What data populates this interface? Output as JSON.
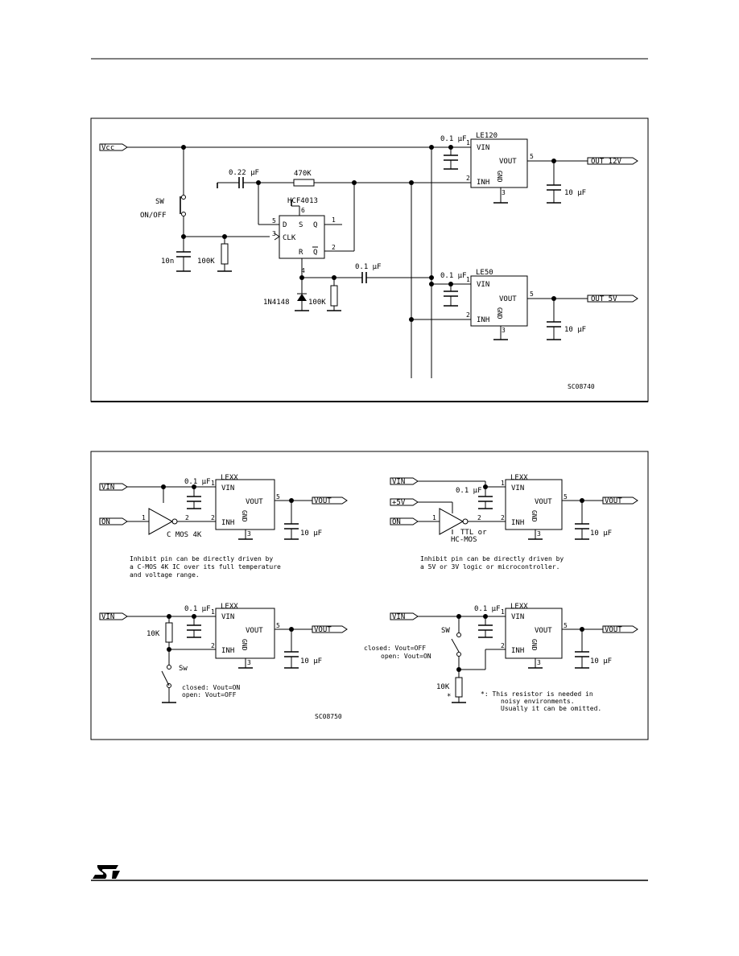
{
  "figure1": {
    "code": "SC08740",
    "vcc": "Vcc",
    "sw_label": "SW",
    "sw_state": "ON/OFF",
    "cap_10n": "10n",
    "res_100k_a": "100K",
    "cap_022": "0.22 µF",
    "res_470k": "470K",
    "ic_flipflop": "HCF4013",
    "ff_pins": {
      "d": "D",
      "s": "S",
      "q": "Q",
      "clk": "CLK",
      "r": "R",
      "qbar": "Q",
      "p5": "5",
      "p6": "6",
      "p3": "3",
      "p1": "1",
      "p2": "2",
      "p4": "4"
    },
    "diode": "1N4148",
    "res_100k_b": "100K",
    "cap_01_mid": "0.1 µF",
    "reg_top": {
      "name": "LE120",
      "cin": "0.1 µF",
      "vin": "VIN",
      "vout": "VOUT",
      "inh": "INH",
      "gnd": "GND",
      "p1": "1",
      "p2": "2",
      "p3": "3",
      "p5": "5",
      "out": "OUT 12V",
      "cout": "10 µF"
    },
    "reg_bot": {
      "name": "LE50",
      "cin": "0.1 µF",
      "vin": "VIN",
      "vout": "VOUT",
      "inh": "INH",
      "gnd": "GND",
      "p1": "1",
      "p2": "2",
      "p3": "3",
      "p5": "5",
      "out": "OUT 5V",
      "cout": "10 µF"
    }
  },
  "figure2": {
    "code": "SC08750",
    "a": {
      "vin": "VIN",
      "on": "ON",
      "cin": "0.1 µF",
      "ic": "LEXX",
      "vin_pin": "VIN",
      "vout_pin": "VOUT",
      "inh": "INH",
      "gnd": "GND",
      "p1": "1",
      "p2": "2",
      "p3": "3",
      "p5": "5",
      "inv_in": "1",
      "inv_out": "2",
      "inv_type": "C MOS 4K",
      "out": "VOUT",
      "cout": "10 µF",
      "note": [
        "Inhibit pin can be directly driven by",
        "a C-MOS 4K IC over its full temperature",
        "and voltage range."
      ]
    },
    "b": {
      "vin": "VIN",
      "plus5": "+5V",
      "on": "ON",
      "cin": "0.1 µF",
      "ic": "LEXX",
      "vin_pin": "VIN",
      "vout_pin": "VOUT",
      "inh": "INH",
      "gnd": "GND",
      "p1": "1",
      "p2": "2",
      "p3": "3",
      "p5": "5",
      "inv_in": "1",
      "inv_out": "2",
      "inv_type1": "TTL or",
      "inv_type2": "HC-MOS",
      "out": "VOUT",
      "cout": "10 µF",
      "note": [
        "Inhibit pin can be directly driven by",
        "a 5V or 3V logic or microcontroller."
      ]
    },
    "c": {
      "vin": "VIN",
      "res": "10K",
      "sw": "Sw",
      "cin": "0.1 µF",
      "ic": "LEXX",
      "vin_pin": "VIN",
      "vout_pin": "VOUT",
      "inh": "INH",
      "gnd": "GND",
      "p1": "1",
      "p2": "2",
      "p3": "3",
      "p5": "5",
      "out": "VOUT",
      "cout": "10 µF",
      "state1": "closed: Vout=ON",
      "state2": "open: Vout=OFF"
    },
    "d": {
      "vin": "VIN",
      "sw": "SW",
      "cin": "0.1 µF",
      "ic": "LEXX",
      "vin_pin": "VIN",
      "vout_pin": "VOUT",
      "inh": "INH",
      "gnd": "GND",
      "p1": "1",
      "p2": "2",
      "p3": "3",
      "p5": "5",
      "out": "VOUT",
      "cout": "10 µF",
      "state1": "closed: Vout=OFF",
      "state2": "open: Vout=ON",
      "res": "10K",
      "star": "*",
      "note": [
        "*: This resistor is needed in",
        "noisy environments.",
        "Usually it can be omitted."
      ]
    }
  }
}
